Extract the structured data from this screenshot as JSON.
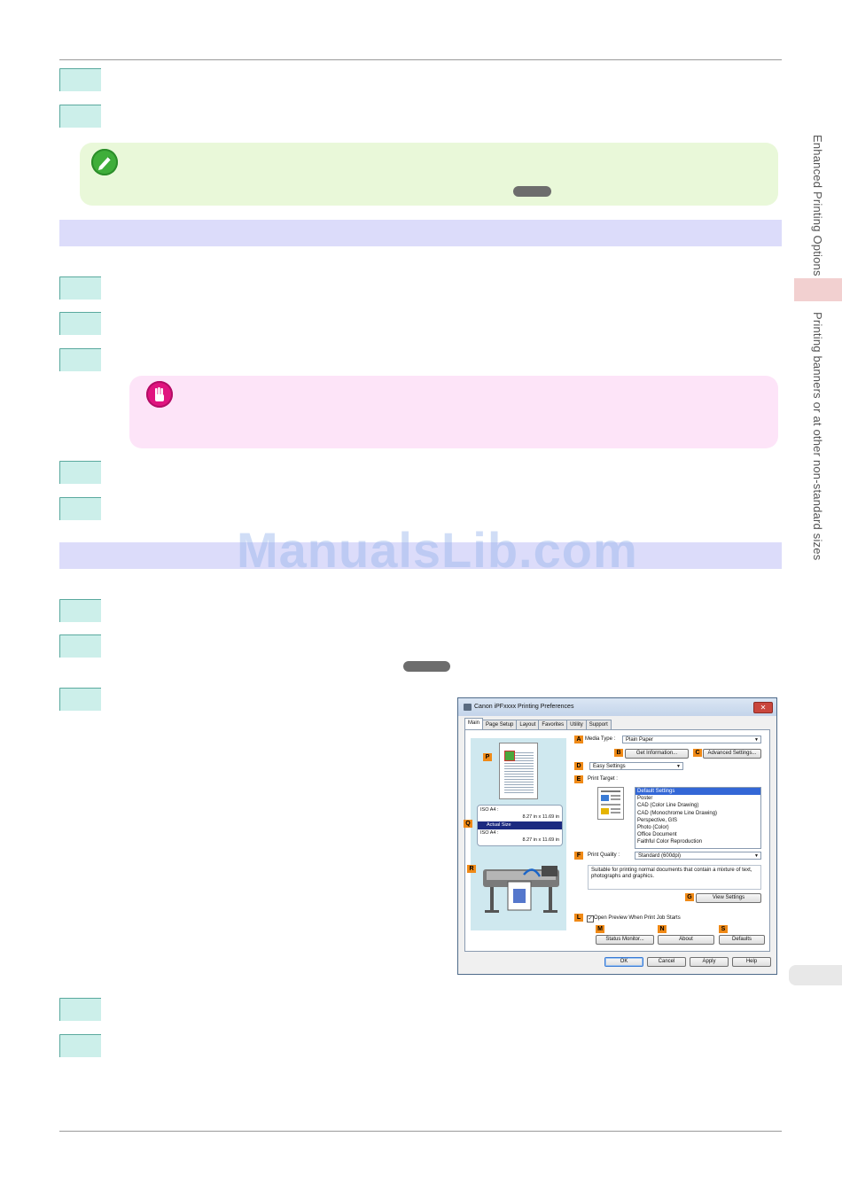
{
  "side_tabs": {
    "section": "Enhanced Printing Options",
    "topic": "Printing banners or at other non-standard sizes"
  },
  "watermark": "ManualsLib.com",
  "dialog": {
    "title": "Canon iPFxxxx Printing Preferences",
    "close": "✕",
    "tabs": [
      "Main",
      "Page Setup",
      "Layout",
      "Favorites",
      "Utility",
      "Support"
    ],
    "badges": {
      "a": "A",
      "b": "B",
      "c": "C",
      "d": "D",
      "e": "E",
      "f": "F",
      "g": "G",
      "l": "L",
      "m": "M",
      "n": "N",
      "s": "S",
      "p": "P",
      "q": "Q",
      "r": "R"
    },
    "media_type_label": "Media Type :",
    "media_type_value": "Plain Paper",
    "get_information": "Get Information...",
    "advanced_settings": "Advanced Settings...",
    "settings_mode": "Easy Settings",
    "print_target_label": "Print Target :",
    "print_target_options": [
      "Default Settings",
      "Poster",
      "CAD (Color Line Drawing)",
      "CAD (Monochrome Line Drawing)",
      "Perspective, GIS",
      "Photo (Color)",
      "Office Document",
      "Faithful Color Reproduction"
    ],
    "print_quality_label": "Print Quality :",
    "print_quality_value": "Standard (600dpi)",
    "description": "Suitable for printing normal documents that contain a mixture of text, photographs and graphics.",
    "view_settings": "View Settings",
    "open_preview": "Open Preview When Print Job Starts",
    "status_monitor": "Status Monitor...",
    "about": "About",
    "defaults": "Defaults",
    "ok": "OK",
    "cancel": "Cancel",
    "apply": "Apply",
    "help": "Help",
    "size_top_label": "ISO A4 :",
    "size_top_value": "8.27 in x 11.69 in",
    "size_selected": "Actual Size",
    "size_bottom_label": "ISO A4 :",
    "size_bottom_value": "8.27 in x 11.69 in"
  },
  "colors": {
    "step_fill": "#ccefea",
    "band": "#dcdcfa",
    "note_bg": "#e9f8d9",
    "important_bg": "#fde4f8",
    "badge": "#f08a17"
  }
}
